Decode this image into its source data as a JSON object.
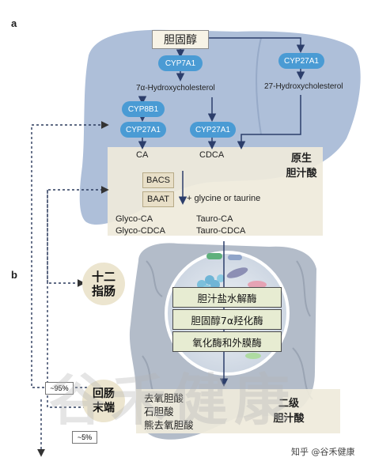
{
  "panel_a": {
    "label": "a",
    "cholesterol": "胆固醇",
    "cyp7a1": "CYP7A1",
    "cyp27a1_top": "CYP27A1",
    "hydroxy7": "7α-Hydroxycholesterol",
    "hydroxy27": "27-Hydroxycholesterol",
    "cyp8b1": "CYP8B1",
    "cyp27a1_left": "CYP27A1",
    "cyp27a1_mid": "CYP27A1",
    "ca": "CA",
    "cdca": "CDCA",
    "primary_line1": "原生",
    "primary_line2": "胆汁酸",
    "bacs": "BACS",
    "baat": "BAAT",
    "glycine": "+ glycine or taurine",
    "glyco_ca": "Glyco-CA",
    "glyco_cdca": "Glyco-CDCA",
    "tauro_ca": "Tauro-CA",
    "tauro_cdca": "Tauro-CDCA"
  },
  "panel_b": {
    "label": "b",
    "duodenum_line1": "十二",
    "duodenum_line2": "指肠",
    "enzyme1": "胆汁盐水解酶",
    "enzyme2": "胆固醇7α羟化酶",
    "enzyme3": "氧化酶和外膜酶",
    "ileum_line1": "回肠",
    "ileum_line2": "末端",
    "percent95": "~95%",
    "percent5": "~5%",
    "secondary_1": "去氧胆酸",
    "secondary_2": "石胆酸",
    "secondary_3": "熊去氧胆酸",
    "secondary_label1": "二级",
    "secondary_label2": "胆汁酸"
  },
  "watermark": {
    "big": "谷禾健康",
    "credit": "知乎 @谷禾健康"
  },
  "colors": {
    "liver": "#aebfd9",
    "pill": "#4a9bd4",
    "intestine": "#b3bcc9",
    "cream": "#ece5cf"
  }
}
